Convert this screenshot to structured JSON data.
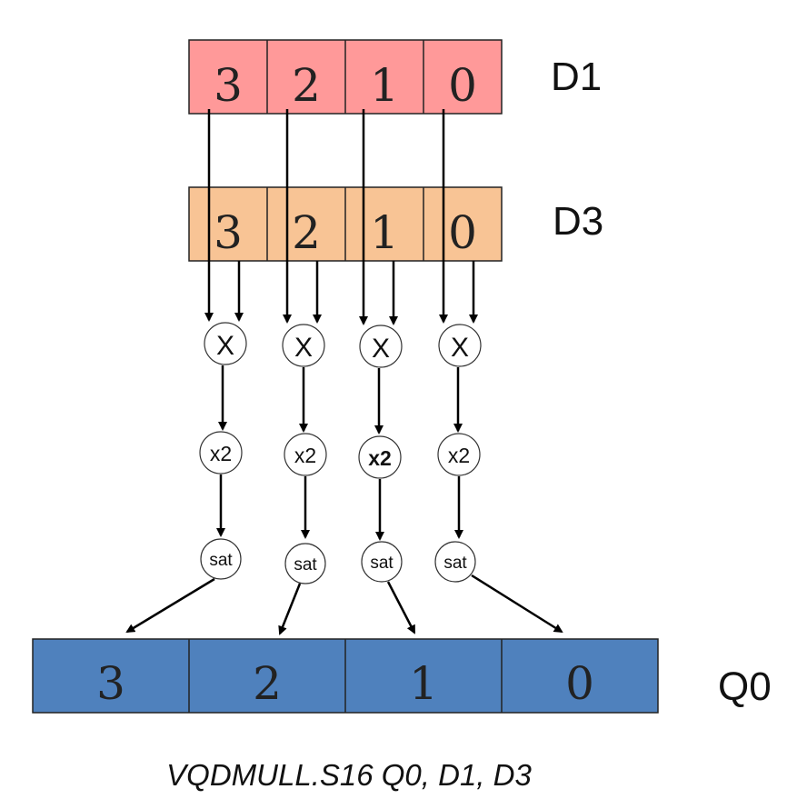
{
  "registers": {
    "d1": {
      "name": "D1",
      "lanes": [
        "3",
        "2",
        "1",
        "0"
      ],
      "fill": "#FF9999"
    },
    "d3": {
      "name": "D3",
      "lanes": [
        "3",
        "2",
        "1",
        "0"
      ],
      "fill": "#F8C495"
    },
    "q0": {
      "name": "Q0",
      "lanes": [
        "3",
        "2",
        "1",
        "0"
      ],
      "fill": "#4F81BD"
    }
  },
  "operations": {
    "multiply": "X",
    "double": "x2",
    "saturate": "sat"
  },
  "caption": "VQDMULL.S16 Q0, D1, D3"
}
